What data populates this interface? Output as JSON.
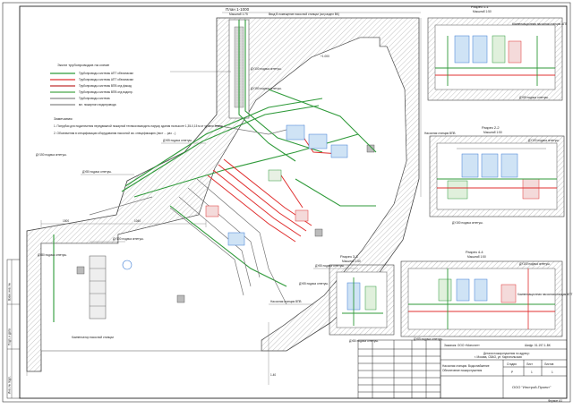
{
  "sheet": {
    "plan_title": "План 1-1000",
    "plan_scale": "Масштаб 1:75",
    "plan_note": "Ввод В помещение насосной станции (см раздел ВК)",
    "legend_title": "Экспл трубопроводов на схеме",
    "legend_items": [
      {
        "label": "Трубопроводы системы АПТ обезопасим",
        "color": "#2f9a3a"
      },
      {
        "label": "Трубопроводы системы АПТ обезопасим",
        "color": "#e03030"
      },
      {
        "label": "Трубопроводы системы ВПВ отд.фасад",
        "color": "#c03030"
      },
      {
        "label": "Трубопроводы системы ВПВ отд.водопр.",
        "color": "#4aa84a"
      },
      {
        "label": "Трубопроводы система",
        "color": "#888888"
      },
      {
        "label": "мл. пожарного водопровода",
        "color": "#888888"
      }
    ],
    "notes_title": "Замечания:",
    "notes": [
      "1. Патрубки для подключения передвижной пожарной техники выводить наружу здания на высоте 1,35-0,15 м от уровня земли.",
      "2. Обозначения в спецификации оборудования насосной см. спецификацию (лист ... раз ...)"
    ],
    "section_titles": [
      {
        "id": "s11",
        "title": "Разрез 1-1",
        "scale": "Масштаб 1:50"
      },
      {
        "id": "s22",
        "title": "Разрез 2-2",
        "scale": "Масштаб 1:50"
      },
      {
        "id": "s33",
        "title": "Разрез 3-3",
        "scale": "Масштаб 1:50"
      },
      {
        "id": "s44",
        "title": "Разрез 4-4",
        "scale": "Масштаб 1:50"
      }
    ],
    "callouts": [
      "ДУ100 подача огнетуш.",
      "ДУ150 подача огнетуш.",
      "ДУ65 подача огнетуш.",
      "ДУ80 подача огнетуш.",
      "Компенсатор насосной станции",
      "Компенсационная насосная станция АПТ",
      "Насосная станция ВПВ"
    ],
    "grid_marks": [
      "+1.000",
      "1.40",
      "1500",
      "1040"
    ],
    "title_block": {
      "code": "Заказчик: ООО «Монолит»",
      "doc_num": "Шифр: 01-197-1-ВК",
      "object_line1": "Детали пожаротушения по адресу:",
      "object_line2": "г. Москва, СВАО, ул. Каргопольская",
      "sheet_title_line1": "Насосная станция. Водоснабжение",
      "sheet_title_line2": "Обеспечение пожаротушения",
      "stage": "Стадия",
      "sheet": "Лист",
      "sheets": "Листов",
      "stage_val": "Р",
      "sheet_val": "1",
      "sheets_val": "1",
      "company": "ООО \"Инстрой-Проект\"",
      "format": "Формат А1"
    },
    "left_strip": [
      "Взам. инв. №",
      "Подп. и дата",
      "Инв. № подл."
    ]
  }
}
